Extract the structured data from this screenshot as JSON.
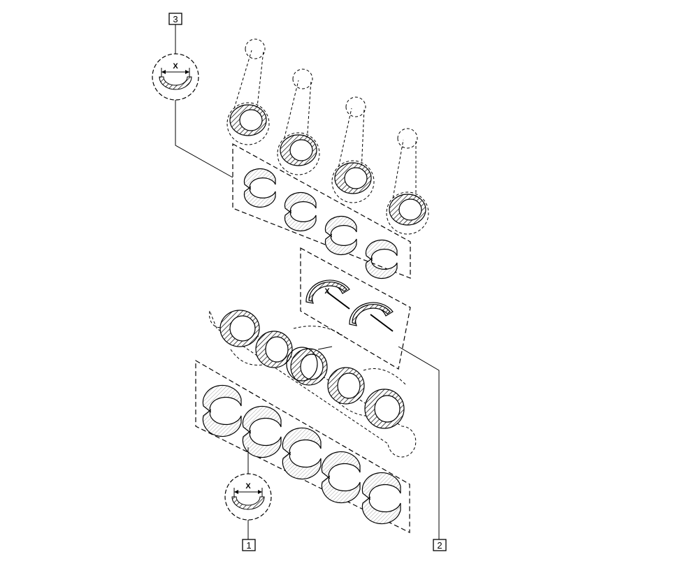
{
  "callouts": [
    {
      "label": "1"
    },
    {
      "label": "2"
    },
    {
      "label": "3"
    }
  ],
  "detail_dimension_label": "X",
  "thrust_dimension_label": "X",
  "colors": {
    "line": "#000000",
    "hatch": "#000000",
    "background": "#ffffff"
  }
}
